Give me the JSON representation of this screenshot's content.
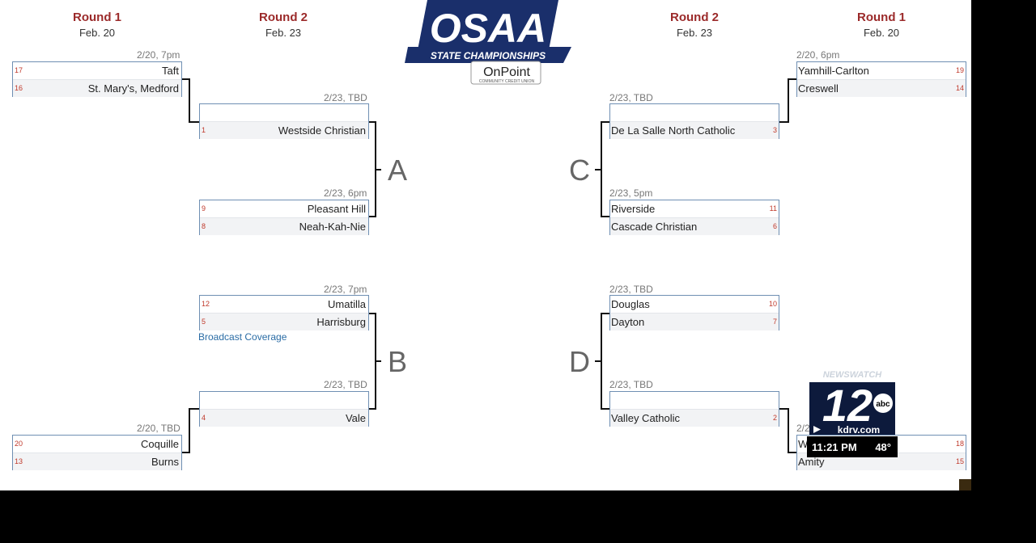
{
  "colors": {
    "round_title": "#9b2a2a",
    "seed": "#c0392b",
    "box_border": "#6f8fb3",
    "link": "#2a6ca5",
    "brand_navy": "#1a2f6b"
  },
  "headers": {
    "left_r1": {
      "title": "Round 1",
      "date": "Feb. 20"
    },
    "left_r2": {
      "title": "Round 2",
      "date": "Feb. 23"
    },
    "right_r2": {
      "title": "Round 2",
      "date": "Feb. 23"
    },
    "right_r1": {
      "title": "Round 1",
      "date": "Feb. 20"
    }
  },
  "logo": {
    "main": "OSAA",
    "sub": "STATE CHAMPIONSHIPS",
    "sponsor": "OnPoint",
    "sponsor_sub": "COMMUNITY CREDIT UNION"
  },
  "region_labels": {
    "a": "A",
    "b": "B",
    "c": "C",
    "d": "D"
  },
  "games": {
    "g1": {
      "time": "2/20, 7pm",
      "top": {
        "seed": "17",
        "team": "Taft"
      },
      "bottom": {
        "seed": "16",
        "team": "St. Mary's, Medford"
      }
    },
    "g2": {
      "time": "2/23, TBD",
      "top": {
        "seed": "",
        "team": ""
      },
      "bottom": {
        "seed": "1",
        "team": "Westside Christian"
      }
    },
    "g3": {
      "time": "2/23, 6pm",
      "top": {
        "seed": "9",
        "team": "Pleasant Hill"
      },
      "bottom": {
        "seed": "8",
        "team": "Neah-Kah-Nie"
      }
    },
    "g4": {
      "time": "2/23, 7pm",
      "top": {
        "seed": "12",
        "team": "Umatilla"
      },
      "bottom": {
        "seed": "5",
        "team": "Harrisburg"
      },
      "link": "Broadcast Coverage"
    },
    "g5": {
      "time": "2/23, TBD",
      "top": {
        "seed": "",
        "team": ""
      },
      "bottom": {
        "seed": "4",
        "team": "Vale"
      }
    },
    "g6": {
      "time": "2/20, TBD",
      "top": {
        "seed": "20",
        "team": "Coquille"
      },
      "bottom": {
        "seed": "13",
        "team": "Burns"
      }
    },
    "g7": {
      "time": "2/20, 6pm",
      "top": {
        "seed": "19",
        "team": "Yamhill-Carlton"
      },
      "bottom": {
        "seed": "14",
        "team": "Creswell"
      }
    },
    "g8": {
      "time": "2/23, TBD",
      "top": {
        "seed": "",
        "team": ""
      },
      "bottom": {
        "seed": "3",
        "team": "De La Salle North Catholic"
      }
    },
    "g9": {
      "time": "2/23, 5pm",
      "top": {
        "seed": "11",
        "team": "Riverside"
      },
      "bottom": {
        "seed": "6",
        "team": "Cascade Christian"
      }
    },
    "g10": {
      "time": "2/23, TBD",
      "top": {
        "seed": "10",
        "team": "Douglas"
      },
      "bottom": {
        "seed": "7",
        "team": "Dayton"
      }
    },
    "g11": {
      "time": "2/23, TBD",
      "top": {
        "seed": "",
        "team": ""
      },
      "bottom": {
        "seed": "2",
        "team": "Valley Catholic"
      }
    },
    "g12": {
      "time": "2/2",
      "top": {
        "seed": "18",
        "team": "W"
      },
      "bottom": {
        "seed": "15",
        "team": "Amity"
      }
    }
  },
  "overlay": {
    "brand_top": "NEWSWATCH",
    "channel": "12",
    "network": "abc",
    "site": "kdrv.com",
    "clock": "11:21 PM",
    "temp": "48°"
  }
}
